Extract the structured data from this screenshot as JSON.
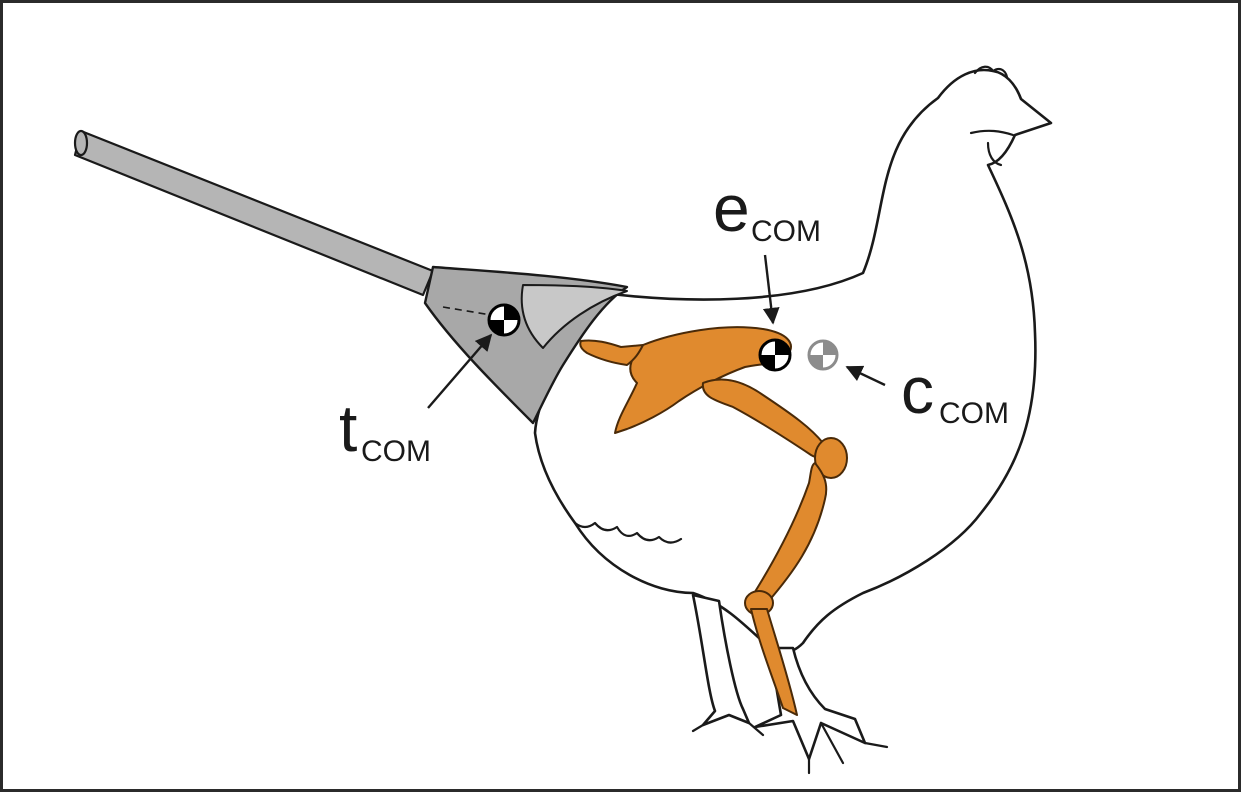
{
  "labels": {
    "e": {
      "main": "e",
      "sub": "COM"
    },
    "c": {
      "main": "c",
      "sub": "COM"
    },
    "t": {
      "main": "t",
      "sub": "COM"
    }
  },
  "colors": {
    "bone": "#e08a2e",
    "rod": "#b5b5b5",
    "cone": "#a8a8a8",
    "marker_gray": "#8c8c8c",
    "outline": "#1a1a1a"
  },
  "icons": [
    "com-marker-icon",
    "arrow-icon"
  ]
}
